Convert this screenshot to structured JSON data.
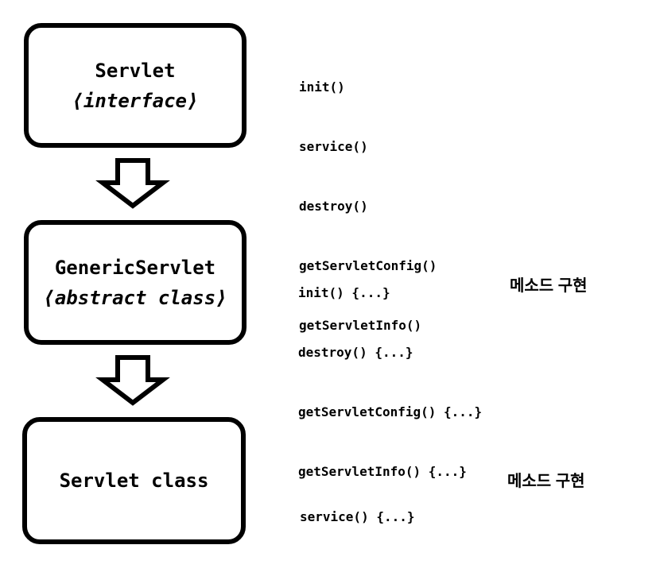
{
  "diagram": {
    "background_color": "#ffffff",
    "ink_color": "#000000",
    "boxes": [
      {
        "title": "Servlet",
        "subtitle": "⟨interface⟩"
      },
      {
        "title": "GenericServlet",
        "subtitle": "⟨abstract class⟩"
      },
      {
        "title": "Servlet class",
        "subtitle": ""
      }
    ],
    "arrows": [
      {
        "icon": "block-down-arrow"
      },
      {
        "icon": "block-down-arrow"
      }
    ],
    "method_lists": [
      {
        "lines": [
          "init()",
          "service()",
          "destroy()",
          "getServletConfig()",
          "getServletInfo()"
        ],
        "note": ""
      },
      {
        "lines": [
          "init() {...}",
          "destroy() {...}",
          "getServletConfig() {...}",
          "getServletInfo() {...}"
        ],
        "note": "메소드 구현"
      },
      {
        "lines": [
          "service() {...}"
        ],
        "note": "메소드 구현"
      }
    ]
  }
}
